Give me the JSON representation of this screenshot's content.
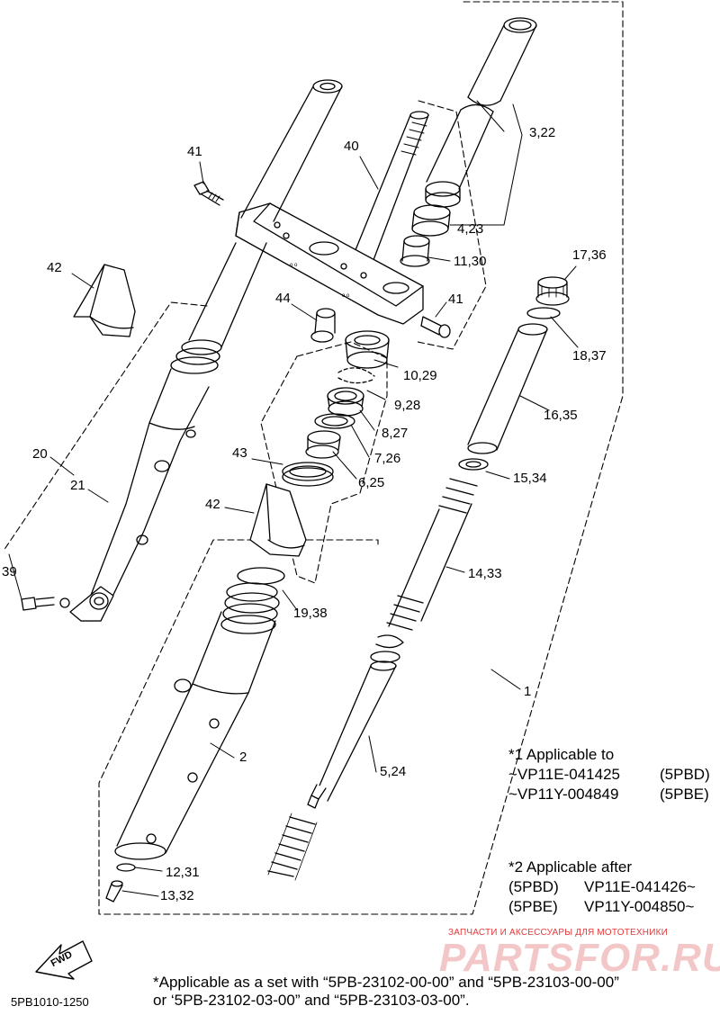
{
  "callouts": {
    "c41a": "41",
    "c40": "40",
    "c3_22": "3,22",
    "c4_23": "4,23",
    "c11_30": "11,30",
    "c42a": "42",
    "c44": "44",
    "c41b": "41",
    "c17_36": "17,36",
    "c18_37": "18,37",
    "c10_29": "10,29",
    "c9_28": "9,28",
    "c8_27": "8,27",
    "c16_35": "16,35",
    "c7_26": "7,26",
    "c20": "20",
    "c21": "21",
    "c43": "43",
    "c6_25": "6,25",
    "c15_34": "15,34",
    "c42b": "42",
    "c14_33": "14,33",
    "c39": "39",
    "c19_38": "19,38",
    "c1": "1",
    "c2": "2",
    "c5_24": "5,24",
    "c12_31": "12,31",
    "c13_32": "13,32"
  },
  "note1": {
    "title": "*1 Applicable to",
    "line1_code": "~VP11E-041425",
    "line1_model": "(5PBD)",
    "line2_code": "~VP11Y-004849",
    "line2_model": "(5PBE)"
  },
  "note2": {
    "title": "*2 Applicable after",
    "line1_model": "(5PBD)",
    "line1_code": "VP11E-041426~",
    "line2_model": "(5PBE)",
    "line2_code": "VP11Y-004850~"
  },
  "watermark": {
    "tagline": "ЗАПЧАСТИ И АКСЕССУАРЫ ДЛЯ МОТОТЕХНИКИ",
    "logo": "PARTSFOR.RU"
  },
  "fwd_label": "FWD",
  "footnote": {
    "line1": "*Applicable as a set with “5PB-23102-00-00” and “5PB-23103-00-00”",
    "line2": " or ‘5PB-23102-03-00”  and “5PB-23103-03-00”."
  },
  "diagram_code": "5PB1010-1250"
}
